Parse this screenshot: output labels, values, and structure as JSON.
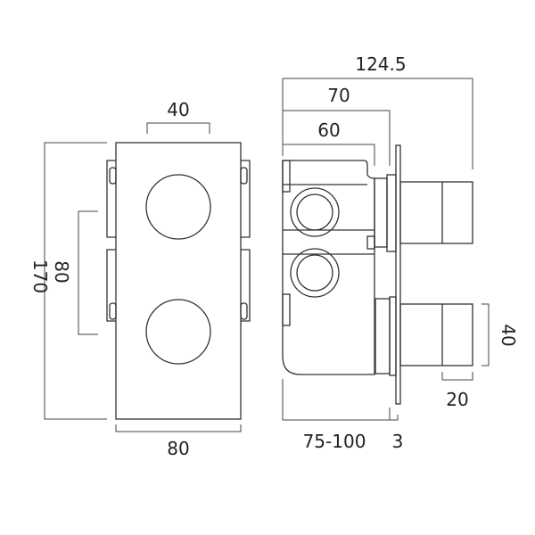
{
  "dimensions": {
    "overall_depth": "124.5",
    "depth_to_plate": "70",
    "body_depth": "60",
    "handle_spacing_width": "40",
    "height": "170",
    "handle_spacing": "80",
    "plate_width": "80",
    "wall_depth": "75-100",
    "plate_thickness": "3",
    "handle_diameter": "40",
    "handle_length": "20"
  }
}
